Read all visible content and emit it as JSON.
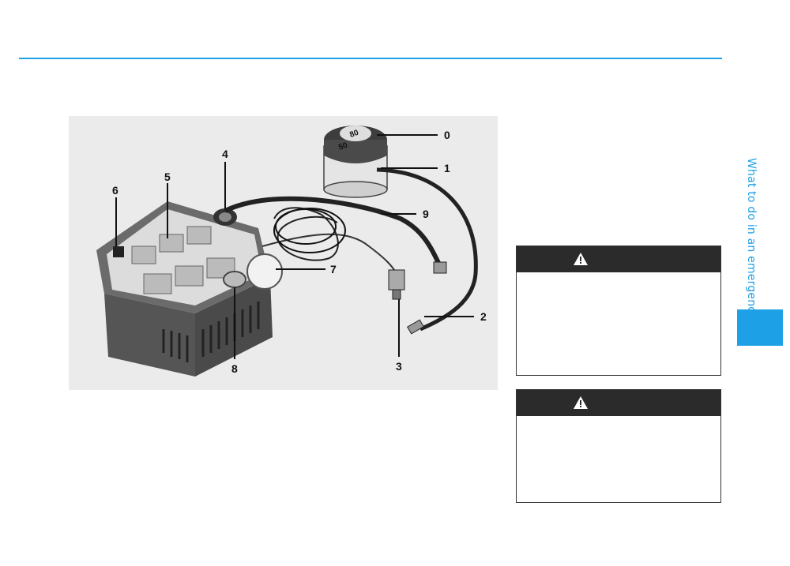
{
  "section_tab": {
    "label": "What to do in an emergency"
  },
  "figure": {
    "gauge_marks": [
      "80",
      "50"
    ],
    "callouts": [
      "0",
      "1",
      "2",
      "3",
      "4",
      "5",
      "6",
      "7",
      "8",
      "9"
    ]
  },
  "warnings": [
    {
      "icon": "warning-triangle-icon"
    },
    {
      "icon": "warning-triangle-icon"
    }
  ],
  "colors": {
    "accent": "#1ea0e6",
    "warning_header": "#2b2b2b",
    "figure_bg": "#ebebeb"
  }
}
